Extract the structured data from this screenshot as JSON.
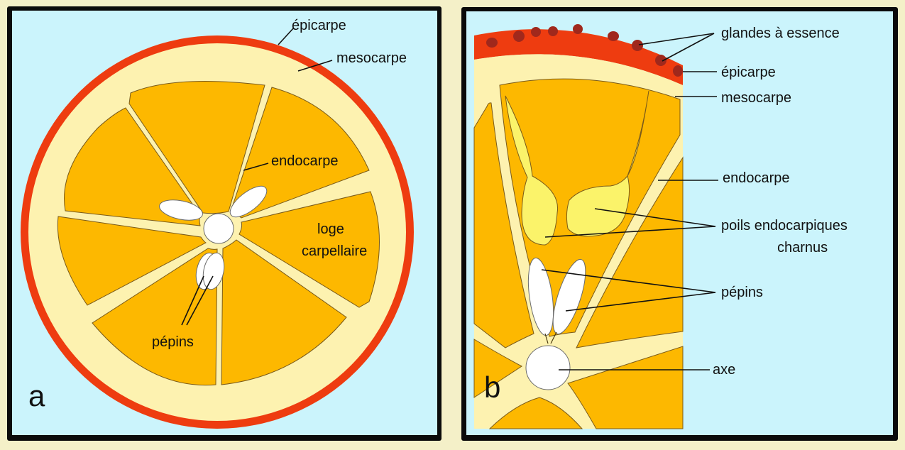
{
  "colors": {
    "panel_bg": "#cbf4fc",
    "frame": "#0b0b0b",
    "outer_margin": "#f4f0c8",
    "epicarp": "#ee3c10",
    "mesocarp_albedo": "#fdf2b0",
    "segment_pulp": "#fdb800",
    "juice_vesicle": "#fbf36a",
    "seed": "#ffffff",
    "oil_gland": "#a0281c"
  },
  "panel_a": {
    "letter": "a",
    "labels": {
      "epicarpe": "épicarpe",
      "mesocarpe": "mesocarpe",
      "endocarpe": "endocarpe",
      "loge_line1": "loge",
      "loge_line2": "carpellaire",
      "pepins": "pépins"
    }
  },
  "panel_b": {
    "letter": "b",
    "labels": {
      "glandes": "glandes à essence",
      "epicarpe": "épicarpe",
      "mesocarpe": "mesocarpe",
      "endocarpe": "endocarpe",
      "poils_line1": "poils endocarpiques",
      "poils_line2": "charnus",
      "pepins": "pépins",
      "axe": "axe"
    }
  }
}
